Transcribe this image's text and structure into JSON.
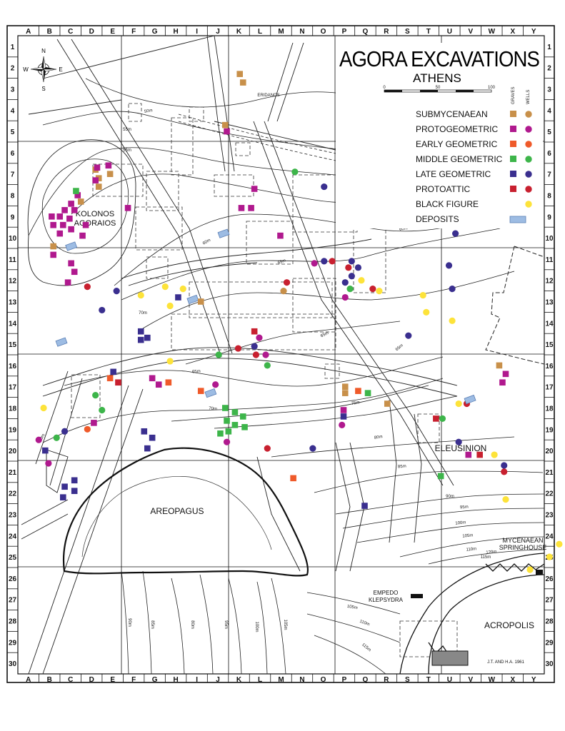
{
  "map": {
    "title": "AGORA EXCAVATIONS",
    "subtitle": "ATHENS",
    "credit": "J.T. AND H.A. 1961",
    "compass": {
      "n": "N",
      "s": "S",
      "e": "E",
      "w": "W"
    },
    "scale_labels": [
      "0",
      "50",
      "100"
    ],
    "columns": [
      "A",
      "B",
      "C",
      "D",
      "E",
      "F",
      "G",
      "H",
      "I",
      "J",
      "K",
      "L",
      "M",
      "N",
      "O",
      "P",
      "Q",
      "R",
      "S",
      "T",
      "U",
      "V",
      "W",
      "X",
      "Y"
    ],
    "rows": [
      "1",
      "2",
      "3",
      "4",
      "5",
      "6",
      "7",
      "8",
      "9",
      "10",
      "11",
      "12",
      "13",
      "14",
      "15",
      "16",
      "17",
      "18",
      "19",
      "20",
      "21",
      "22",
      "23",
      "24",
      "25",
      "26",
      "27",
      "28",
      "29",
      "30"
    ],
    "legend": {
      "col_graves": "GRAVES",
      "col_wells": "WELLS",
      "items": [
        {
          "label": "SUBMYCENAEAN",
          "color": "#c8904a",
          "grave": true,
          "well": true
        },
        {
          "label": "PROTOGEOMETRIC",
          "color": "#b0198e",
          "grave": true,
          "well": true
        },
        {
          "label": "EARLY GEOMETRIC",
          "color": "#ef5a2a",
          "grave": true,
          "well": true
        },
        {
          "label": "MIDDLE GEOMETRIC",
          "color": "#3db54a",
          "grave": true,
          "well": true
        },
        {
          "label": "LATE GEOMETRIC",
          "color": "#3a2f8f",
          "grave": true,
          "well": true
        },
        {
          "label": "PROTOATTIC",
          "color": "#c8202f",
          "grave": true,
          "well": true
        },
        {
          "label": "BLACK FIGURE",
          "color": "#fde33a",
          "grave": false,
          "well": true
        },
        {
          "label": "DEPOSITS",
          "color": "#9dbce3",
          "deposit": true
        }
      ]
    },
    "places": [
      {
        "id": "kolonos",
        "lines": [
          "KOLONOS",
          "AGORAIOS"
        ]
      },
      {
        "id": "areopagus",
        "lines": [
          "AREOPAGUS"
        ]
      },
      {
        "id": "eleusinion",
        "lines": [
          "ELEUSINION"
        ]
      },
      {
        "id": "acropolis",
        "lines": [
          "ACROPOLIS"
        ]
      },
      {
        "id": "springhouse",
        "lines": [
          "MYCENAEAN",
          "SPRINGHOUSE"
        ]
      },
      {
        "id": "klepsydra",
        "lines": [
          "EMPEDO",
          "KLEPSYDRA"
        ]
      }
    ],
    "contour_labels": [
      "50m",
      "55m",
      "55m",
      "55m",
      "60m",
      "60m",
      "60m",
      "65m",
      "65m",
      "65m",
      "65m",
      "70m",
      "70m",
      "70m",
      "75m",
      "80m",
      "85m",
      "90m",
      "95m",
      "100m",
      "105m",
      "110m",
      "115m",
      "120m",
      "105m",
      "110m",
      "115m",
      "90m",
      "85m",
      "80m",
      "95m",
      "100m",
      "105m",
      "ERIDANOS"
    ]
  },
  "markers": [
    {
      "t": "sq",
      "c": "#c8904a",
      "x": 14.1,
      "y": 2.3
    },
    {
      "t": "sq",
      "c": "#c8904a",
      "x": 14.3,
      "y": 2.7
    },
    {
      "t": "sq",
      "c": "#c8904a",
      "x": 13.2,
      "y": 4.7
    },
    {
      "t": "sq",
      "c": "#b0198e",
      "x": 13.3,
      "y": 5.0
    },
    {
      "t": "sq",
      "c": "#c8904a",
      "x": 5.2,
      "y": 6.8
    },
    {
      "t": "sq",
      "c": "#c8904a",
      "x": 5.4,
      "y": 7.2
    },
    {
      "t": "sq",
      "c": "#c8904a",
      "x": 6.1,
      "y": 7.0
    },
    {
      "t": "sq",
      "c": "#c8904a",
      "x": 5.4,
      "y": 7.6
    },
    {
      "t": "sq",
      "c": "#b0198e",
      "x": 5.3,
      "y": 6.7
    },
    {
      "t": "sq",
      "c": "#b0198e",
      "x": 6.0,
      "y": 6.6
    },
    {
      "t": "sq",
      "c": "#b0198e",
      "x": 5.2,
      "y": 7.3
    },
    {
      "t": "sq",
      "c": "#b0198e",
      "x": 4.1,
      "y": 8.0
    },
    {
      "t": "sq",
      "c": "#b0198e",
      "x": 3.7,
      "y": 8.4
    },
    {
      "t": "sq",
      "c": "#b0198e",
      "x": 3.3,
      "y": 8.7
    },
    {
      "t": "sq",
      "c": "#b0198e",
      "x": 3.9,
      "y": 8.7
    },
    {
      "t": "sq",
      "c": "#b0198e",
      "x": 2.5,
      "y": 9.0
    },
    {
      "t": "sq",
      "c": "#b0198e",
      "x": 3.0,
      "y": 9.0
    },
    {
      "t": "sq",
      "c": "#b0198e",
      "x": 3.6,
      "y": 9.1
    },
    {
      "t": "sq",
      "c": "#b0198e",
      "x": 2.6,
      "y": 9.4
    },
    {
      "t": "sq",
      "c": "#b0198e",
      "x": 3.2,
      "y": 9.4
    },
    {
      "t": "sq",
      "c": "#b0198e",
      "x": 3.0,
      "y": 9.8
    },
    {
      "t": "sq",
      "c": "#b0198e",
      "x": 3.7,
      "y": 9.6
    },
    {
      "t": "sq",
      "c": "#b0198e",
      "x": 4.6,
      "y": 9.4
    },
    {
      "t": "sq",
      "c": "#b0198e",
      "x": 4.4,
      "y": 9.9
    },
    {
      "t": "sq",
      "c": "#b0198e",
      "x": 7.2,
      "y": 8.6
    },
    {
      "t": "sq",
      "c": "#b0198e",
      "x": 2.6,
      "y": 10.8
    },
    {
      "t": "sq",
      "c": "#b0198e",
      "x": 3.7,
      "y": 11.2
    },
    {
      "t": "sq",
      "c": "#b0198e",
      "x": 3.9,
      "y": 11.6
    },
    {
      "t": "sq",
      "c": "#b0198e",
      "x": 3.5,
      "y": 12.1
    },
    {
      "t": "sq",
      "c": "#c8904a",
      "x": 4.3,
      "y": 8.3
    },
    {
      "t": "sq",
      "c": "#c8904a",
      "x": 2.6,
      "y": 10.4
    },
    {
      "t": "sq",
      "c": "#3db54a",
      "x": 4.0,
      "y": 7.8
    },
    {
      "t": "dp",
      "c": "#9dbce3",
      "x": 3.7,
      "y": 10.4
    },
    {
      "t": "ci",
      "c": "#c8202f",
      "x": 4.7,
      "y": 12.3
    },
    {
      "t": "ci",
      "c": "#3a2f8f",
      "x": 5.6,
      "y": 13.4
    },
    {
      "t": "ci",
      "c": "#3a2f8f",
      "x": 6.5,
      "y": 12.5
    },
    {
      "t": "ci",
      "c": "#fde33a",
      "x": 8.0,
      "y": 12.7
    },
    {
      "t": "dp",
      "c": "#9dbce3",
      "x": 13.1,
      "y": 9.8
    },
    {
      "t": "sq",
      "c": "#b0198e",
      "x": 14.2,
      "y": 8.6
    },
    {
      "t": "sq",
      "c": "#b0198e",
      "x": 14.8,
      "y": 8.6
    },
    {
      "t": "sq",
      "c": "#b0198e",
      "x": 15.0,
      "y": 7.7
    },
    {
      "t": "ci",
      "c": "#3db54a",
      "x": 17.5,
      "y": 6.9
    },
    {
      "t": "ci",
      "c": "#3a2f8f",
      "x": 19.3,
      "y": 7.6
    },
    {
      "t": "sq",
      "c": "#b0198e",
      "x": 16.6,
      "y": 9.9
    },
    {
      "t": "sq",
      "c": "#c8202f",
      "x": 21.7,
      "y": 7.2
    },
    {
      "t": "sq",
      "c": "#b0198e",
      "x": 21.5,
      "y": 7.6
    },
    {
      "t": "sq",
      "c": "#c8904a",
      "x": 21.6,
      "y": 7.9
    },
    {
      "t": "dp",
      "c": "#9dbce3",
      "x": 22.1,
      "y": 7.3
    },
    {
      "t": "sq",
      "c": "#c8904a",
      "x": 22.6,
      "y": 7.6
    },
    {
      "t": "sq",
      "c": "#c8904a",
      "x": 23.1,
      "y": 7.3
    },
    {
      "t": "ci",
      "c": "#c8202f",
      "x": 24.3,
      "y": 7.5
    },
    {
      "t": "ci",
      "c": "#3a2f8f",
      "x": 23.5,
      "y": 8.1
    },
    {
      "t": "ci",
      "c": "#c8904a",
      "x": 22.6,
      "y": 8.5
    },
    {
      "t": "sq",
      "c": "#c8202f",
      "x": 24.2,
      "y": 8.3
    },
    {
      "t": "sq",
      "c": "#b0198e",
      "x": 24.5,
      "y": 8.6
    },
    {
      "t": "sq",
      "c": "#b0198e",
      "x": 25.0,
      "y": 8.4
    },
    {
      "t": "sq",
      "c": "#b0198e",
      "x": 25.3,
      "y": 8.1
    },
    {
      "t": "sq",
      "c": "#c8904a",
      "x": 24.8,
      "y": 8.0
    },
    {
      "t": "ci",
      "c": "#c8202f",
      "x": 24.0,
      "y": 8.8
    },
    {
      "t": "ci",
      "c": "#3a2f8f",
      "x": 25.4,
      "y": 9.2
    },
    {
      "t": "sq",
      "c": "#c8202f",
      "x": 27.4,
      "y": 8.7
    },
    {
      "t": "ci",
      "c": "#3a2f8f",
      "x": 27.4,
      "y": 9.8
    },
    {
      "t": "ci",
      "c": "#3a2f8f",
      "x": 27.0,
      "y": 11.3
    },
    {
      "t": "ci",
      "c": "#3a2f8f",
      "x": 27.2,
      "y": 12.4
    },
    {
      "t": "ci",
      "c": "#b0198e",
      "x": 18.7,
      "y": 11.2
    },
    {
      "t": "ci",
      "c": "#3a2f8f",
      "x": 19.3,
      "y": 11.1
    },
    {
      "t": "ci",
      "c": "#c8202f",
      "x": 19.8,
      "y": 11.1
    },
    {
      "t": "ci",
      "c": "#3a2f8f",
      "x": 21.0,
      "y": 11.1
    },
    {
      "t": "ci",
      "c": "#3a2f8f",
      "x": 21.4,
      "y": 11.4
    },
    {
      "t": "ci",
      "c": "#3a2f8f",
      "x": 21.0,
      "y": 11.8
    },
    {
      "t": "ci",
      "c": "#3a2f8f",
      "x": 20.6,
      "y": 12.1
    },
    {
      "t": "ci",
      "c": "#c8202f",
      "x": 20.8,
      "y": 11.4
    },
    {
      "t": "ci",
      "c": "#3db54a",
      "x": 20.9,
      "y": 12.4
    },
    {
      "t": "ci",
      "c": "#b0198e",
      "x": 20.6,
      "y": 12.8
    },
    {
      "t": "ci",
      "c": "#fde33a",
      "x": 21.6,
      "y": 12.0
    },
    {
      "t": "ci",
      "c": "#c8202f",
      "x": 22.3,
      "y": 12.4
    },
    {
      "t": "ci",
      "c": "#fde33a",
      "x": 22.7,
      "y": 12.5
    },
    {
      "t": "ci",
      "c": "#c8202f",
      "x": 17.0,
      "y": 12.1
    },
    {
      "t": "ci",
      "c": "#c8904a",
      "x": 16.8,
      "y": 12.5
    },
    {
      "t": "ci",
      "c": "#fde33a",
      "x": 25.4,
      "y": 12.7
    },
    {
      "t": "ci",
      "c": "#fde33a",
      "x": 25.6,
      "y": 13.5
    },
    {
      "t": "ci",
      "c": "#fde33a",
      "x": 27.2,
      "y": 13.9
    },
    {
      "t": "ci",
      "c": "#3a2f8f",
      "x": 24.5,
      "y": 14.6
    },
    {
      "t": "ci",
      "c": "#fde33a",
      "x": 9.5,
      "y": 12.3
    },
    {
      "t": "ci",
      "c": "#fde33a",
      "x": 10.6,
      "y": 12.4
    },
    {
      "t": "ci",
      "c": "#fde33a",
      "x": 9.8,
      "y": 13.2
    },
    {
      "t": "sq",
      "c": "#3a2f8f",
      "x": 10.3,
      "y": 12.8
    },
    {
      "t": "dp",
      "c": "#9dbce3",
      "x": 11.2,
      "y": 12.9
    },
    {
      "t": "sq",
      "c": "#c8904a",
      "x": 11.7,
      "y": 13.0
    },
    {
      "t": "sq",
      "c": "#3a2f8f",
      "x": 8.0,
      "y": 14.4
    },
    {
      "t": "sq",
      "c": "#3a2f8f",
      "x": 8.4,
      "y": 14.7
    },
    {
      "t": "sq",
      "c": "#3a2f8f",
      "x": 8.0,
      "y": 14.8
    },
    {
      "t": "dp",
      "c": "#9dbce3",
      "x": 3.1,
      "y": 14.9
    },
    {
      "t": "ci",
      "c": "#fde33a",
      "x": 9.8,
      "y": 15.8
    },
    {
      "t": "sq",
      "c": "#c8202f",
      "x": 15.0,
      "y": 14.4
    },
    {
      "t": "ci",
      "c": "#b0198e",
      "x": 15.3,
      "y": 14.7
    },
    {
      "t": "ci",
      "c": "#c8202f",
      "x": 14.0,
      "y": 15.2
    },
    {
      "t": "ci",
      "c": "#3a2f8f",
      "x": 15.0,
      "y": 15.1
    },
    {
      "t": "ci",
      "c": "#c8202f",
      "x": 15.1,
      "y": 15.5
    },
    {
      "t": "ci",
      "c": "#b0198e",
      "x": 15.7,
      "y": 15.5
    },
    {
      "t": "ci",
      "c": "#3db54a",
      "x": 12.8,
      "y": 15.5
    },
    {
      "t": "ci",
      "c": "#3db54a",
      "x": 15.8,
      "y": 16.0
    },
    {
      "t": "sq",
      "c": "#3a2f8f",
      "x": 6.3,
      "y": 16.3
    },
    {
      "t": "sq",
      "c": "#ef5a2a",
      "x": 6.1,
      "y": 16.6
    },
    {
      "t": "sq",
      "c": "#c8202f",
      "x": 6.6,
      "y": 16.8
    },
    {
      "t": "sq",
      "c": "#b0198e",
      "x": 8.7,
      "y": 16.6
    },
    {
      "t": "sq",
      "c": "#b0198e",
      "x": 9.1,
      "y": 16.9
    },
    {
      "t": "sq",
      "c": "#ef5a2a",
      "x": 9.7,
      "y": 16.8
    },
    {
      "t": "ci",
      "c": "#b0198e",
      "x": 12.6,
      "y": 16.9
    },
    {
      "t": "sq",
      "c": "#ef5a2a",
      "x": 11.7,
      "y": 17.2
    },
    {
      "t": "dp",
      "c": "#9dbce3",
      "x": 12.3,
      "y": 17.3
    },
    {
      "t": "ci",
      "c": "#3db54a",
      "x": 5.2,
      "y": 17.4
    },
    {
      "t": "ci",
      "c": "#3db54a",
      "x": 5.6,
      "y": 18.1
    },
    {
      "t": "ci",
      "c": "#fde33a",
      "x": 2.0,
      "y": 18.0
    },
    {
      "t": "ci",
      "c": "#ef5a2a",
      "x": 4.7,
      "y": 19.0
    },
    {
      "t": "sq",
      "c": "#b0198e",
      "x": 5.1,
      "y": 18.7
    },
    {
      "t": "ci",
      "c": "#3a2f8f",
      "x": 3.3,
      "y": 19.1
    },
    {
      "t": "ci",
      "c": "#3db54a",
      "x": 2.8,
      "y": 19.4
    },
    {
      "t": "ci",
      "c": "#b0198e",
      "x": 1.7,
      "y": 19.5
    },
    {
      "t": "sq",
      "c": "#3a2f8f",
      "x": 2.1,
      "y": 20.0
    },
    {
      "t": "ci",
      "c": "#b0198e",
      "x": 2.3,
      "y": 20.6
    },
    {
      "t": "sq",
      "c": "#3a2f8f",
      "x": 8.2,
      "y": 19.1
    },
    {
      "t": "sq",
      "c": "#3a2f8f",
      "x": 8.7,
      "y": 19.4
    },
    {
      "t": "sq",
      "c": "#3a2f8f",
      "x": 8.4,
      "y": 19.9
    },
    {
      "t": "sq",
      "c": "#3a2f8f",
      "x": 3.9,
      "y": 21.4
    },
    {
      "t": "sq",
      "c": "#3a2f8f",
      "x": 3.3,
      "y": 21.7
    },
    {
      "t": "sq",
      "c": "#3a2f8f",
      "x": 3.9,
      "y": 21.9
    },
    {
      "t": "sq",
      "c": "#3a2f8f",
      "x": 3.2,
      "y": 22.2
    },
    {
      "t": "sq",
      "c": "#3db54a",
      "x": 13.2,
      "y": 18.0
    },
    {
      "t": "sq",
      "c": "#3db54a",
      "x": 13.8,
      "y": 18.2
    },
    {
      "t": "sq",
      "c": "#3db54a",
      "x": 14.3,
      "y": 18.4
    },
    {
      "t": "sq",
      "c": "#3db54a",
      "x": 13.3,
      "y": 18.6
    },
    {
      "t": "sq",
      "c": "#3db54a",
      "x": 13.8,
      "y": 18.8
    },
    {
      "t": "sq",
      "c": "#3db54a",
      "x": 13.4,
      "y": 19.1
    },
    {
      "t": "sq",
      "c": "#3db54a",
      "x": 12.9,
      "y": 19.2
    },
    {
      "t": "sq",
      "c": "#3db54a",
      "x": 14.4,
      "y": 18.9
    },
    {
      "t": "ci",
      "c": "#b0198e",
      "x": 13.3,
      "y": 19.6
    },
    {
      "t": "ci",
      "c": "#c8202f",
      "x": 15.8,
      "y": 19.9
    },
    {
      "t": "ci",
      "c": "#3a2f8f",
      "x": 18.6,
      "y": 19.9
    },
    {
      "t": "sq",
      "c": "#c8904a",
      "x": 20.6,
      "y": 17.0
    },
    {
      "t": "sq",
      "c": "#c8904a",
      "x": 20.6,
      "y": 17.3
    },
    {
      "t": "sq",
      "c": "#ef5a2a",
      "x": 21.4,
      "y": 17.2
    },
    {
      "t": "sq",
      "c": "#3db54a",
      "x": 22.0,
      "y": 17.3
    },
    {
      "t": "sq",
      "c": "#c8904a",
      "x": 23.2,
      "y": 17.8
    },
    {
      "t": "sq",
      "c": "#b0198e",
      "x": 20.5,
      "y": 18.1
    },
    {
      "t": "sq",
      "c": "#3a2f8f",
      "x": 20.5,
      "y": 18.4
    },
    {
      "t": "ci",
      "c": "#b0198e",
      "x": 20.4,
      "y": 18.8
    },
    {
      "t": "sq",
      "c": "#c8202f",
      "x": 26.2,
      "y": 18.5
    },
    {
      "t": "ci",
      "c": "#3db54a",
      "x": 26.6,
      "y": 18.5
    },
    {
      "t": "ci",
      "c": "#fde33a",
      "x": 27.6,
      "y": 17.8
    },
    {
      "t": "ci",
      "c": "#c8202f",
      "x": 28.1,
      "y": 17.8
    },
    {
      "t": "dp",
      "c": "#9dbce3",
      "x": 28.3,
      "y": 17.6
    },
    {
      "t": "ci",
      "c": "#3a2f8f",
      "x": 27.6,
      "y": 19.6
    },
    {
      "t": "sq",
      "c": "#b0198e",
      "x": 28.2,
      "y": 20.2
    },
    {
      "t": "sq",
      "c": "#c8202f",
      "x": 28.9,
      "y": 20.2
    },
    {
      "t": "ci",
      "c": "#fde33a",
      "x": 29.8,
      "y": 20.2
    },
    {
      "t": "ci",
      "c": "#3a2f8f",
      "x": 30.4,
      "y": 20.7
    },
    {
      "t": "ci",
      "c": "#c8202f",
      "x": 30.4,
      "y": 21.0
    },
    {
      "t": "sq",
      "c": "#3db54a",
      "x": 26.5,
      "y": 21.2
    },
    {
      "t": "sq",
      "c": "#ef5a2a",
      "x": 17.4,
      "y": 21.3
    },
    {
      "t": "sq",
      "c": "#c8904a",
      "x": 30.1,
      "y": 16.0
    },
    {
      "t": "sq",
      "c": "#b0198e",
      "x": 30.5,
      "y": 16.4
    },
    {
      "t": "sq",
      "c": "#b0198e",
      "x": 30.3,
      "y": 16.8
    },
    {
      "t": "ci",
      "c": "#fde33a",
      "x": 30.5,
      "y": 22.3
    },
    {
      "t": "sq",
      "c": "#3a2f8f",
      "x": 21.8,
      "y": 22.6
    },
    {
      "t": "ci",
      "c": "#fde33a",
      "x": 33.8,
      "y": 24.4
    },
    {
      "t": "ci",
      "c": "#fde33a",
      "x": 33.2,
      "y": 25.0
    },
    {
      "t": "ci",
      "c": "#fde33a",
      "x": 32.0,
      "y": 25.6
    }
  ]
}
